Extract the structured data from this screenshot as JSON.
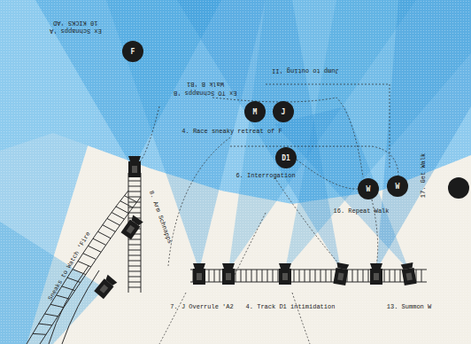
{
  "diagram": {
    "nodes": [
      {
        "text": [
          "F"
        ]
      },
      {
        "text": [
          "M"
        ]
      },
      {
        "text": [
          "J"
        ]
      },
      {
        "text": [
          "D1"
        ]
      },
      {
        "text": [
          "W"
        ]
      },
      {
        "text": [
          "W"
        ]
      }
    ],
    "labels": [
      "10 KICKS 'AD",
      "Ex Schnapps 'A",
      "Jump to outing 'II",
      "Walk B 'B1",
      "Ex TO Schnapps 'B",
      "4. Race sneaky retreat of F",
      "6. Interrogation",
      "16. Repeat Walk",
      "17. Get Walk",
      "8. Arm Schnapps",
      "Sneaks to Watch 'Fire",
      "7. J Overrule 'A2",
      "4. Track D1 intimidation",
      "13. Summon W"
    ]
  }
}
